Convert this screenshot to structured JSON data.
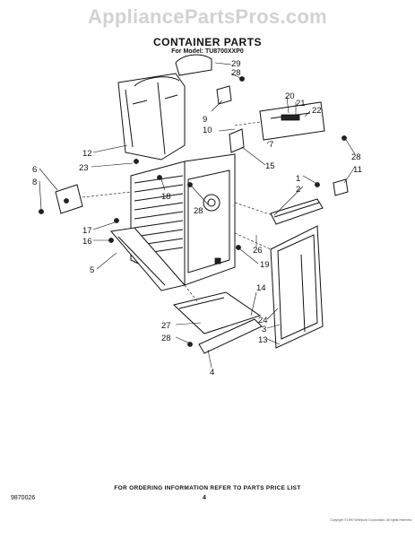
{
  "watermark": "AppliancePartsPros.com",
  "title": "CONTAINER PARTS",
  "subtitle": "For Model: TU8700XXP0",
  "footer": "FOR ORDERING INFORMATION REFER TO PARTS PRICE LIST",
  "page_number": "4",
  "doc_number": "9870026",
  "copyright": "Copyright ©1990 Whirlpool Corporation. All rights reserved.",
  "callouts": [
    "29",
    "28",
    "20",
    "21",
    "22",
    "9",
    "10",
    "7",
    "15",
    "28",
    "11",
    "12",
    "23",
    "6",
    "8",
    "18",
    "28",
    "1",
    "2",
    "17",
    "16",
    "26",
    "19",
    "5",
    "14",
    "27",
    "28",
    "24",
    "3",
    "13",
    "4"
  ]
}
